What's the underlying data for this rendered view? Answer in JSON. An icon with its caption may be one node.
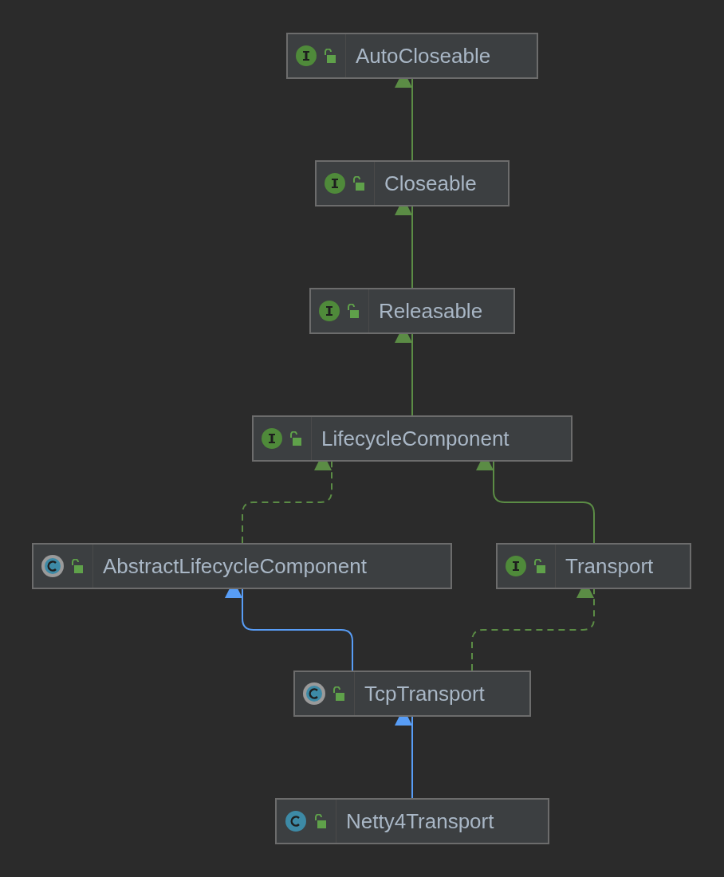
{
  "diagram": {
    "nodes": [
      {
        "text": [
          "AutoCloseable"
        ]
      },
      {
        "text": [
          "Closeable"
        ]
      },
      {
        "text": [
          "Releasable"
        ]
      },
      {
        "text": [
          "LifecycleComponent"
        ]
      },
      {
        "text": [
          "AbstractLifecycleComponent"
        ]
      },
      {
        "text": [
          "Transport"
        ]
      },
      {
        "text": [
          "TcpTransport"
        ]
      },
      {
        "text": [
          "Netty4Transport"
        ]
      }
    ],
    "edges": [
      {
        "from": 1,
        "to": 0,
        "arrow": "to"
      },
      {
        "from": 2,
        "to": 1,
        "arrow": "to"
      },
      {
        "from": 3,
        "to": 2,
        "arrow": "to"
      },
      {
        "from": 4,
        "to": 3,
        "arrow": "to",
        "style": "dashed"
      },
      {
        "from": 5,
        "to": 3,
        "arrow": "to"
      },
      {
        "from": 6,
        "to": 4,
        "arrow": "to",
        "color": "#589df6"
      },
      {
        "from": 6,
        "to": 5,
        "arrow": "to",
        "style": "dashed"
      },
      {
        "from": 7,
        "to": 6,
        "arrow": "to",
        "color": "#589df6"
      }
    ]
  }
}
